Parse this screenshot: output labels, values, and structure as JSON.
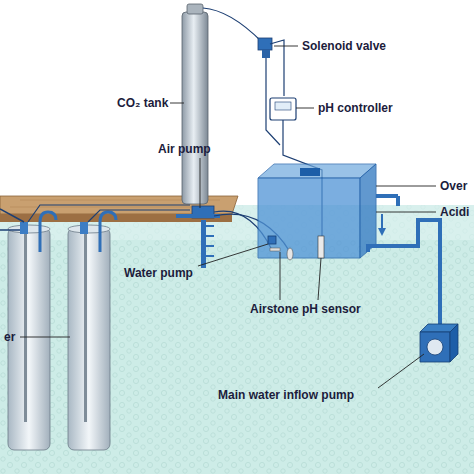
{
  "diagram": {
    "labels": [
      "CO₂ tank",
      "Solenoid valve",
      "pH controller",
      "Air pump",
      "Over",
      "Acidi",
      "er",
      "Water pump",
      "Airstone",
      "pH sensor",
      "Main water inflow pump"
    ]
  }
}
